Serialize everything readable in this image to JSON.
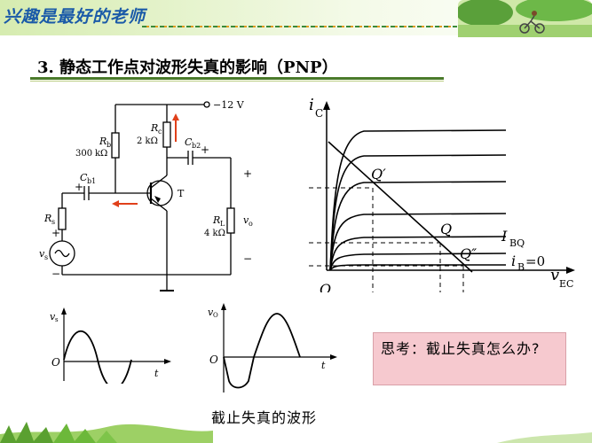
{
  "header": {
    "banner_text": "兴趣是最好的老师"
  },
  "slide": {
    "title": "3. 静态工作点对波形失真的影响（PNP）",
    "caption": "截止失真的波形",
    "think_box": "思考：截止失真怎么办?"
  },
  "circuit": {
    "supply": "−12 V",
    "rb_name": "R",
    "rb_sub": "b",
    "rb_value_1": "300",
    "rb_value_2": "kΩ",
    "rc_name": "R",
    "rc_sub": "c",
    "rc_value": "2 kΩ",
    "cb1_name": "C",
    "cb1_sub": "b1",
    "cb2_name": "C",
    "cb2_sub": "b2",
    "rs_name": "R",
    "rs_sub": "s",
    "vs_name": "v",
    "vs_sub": "s",
    "rl_name": "R",
    "rl_sub": "L",
    "rl_value": "4 kΩ",
    "vo_name": "v",
    "vo_sub": "o",
    "transistor": "T",
    "plus_sign": "+",
    "minus_sign": "−"
  },
  "output_characteristics": {
    "y_axis_var": "i",
    "y_axis_sub": "C",
    "x_axis_var": "v",
    "x_axis_sub": "EC",
    "origin": "O",
    "q_prime": "Q′",
    "q": "Q",
    "q_double_prime": "Q″",
    "ibq_var": "I",
    "ibq_sub": "BQ",
    "ib0_var": "i",
    "ib0_sub": "B",
    "ib0_tail": "=0"
  },
  "waveforms": {
    "input_label_var": "v",
    "input_label_sub": "s",
    "output_label_var": "v",
    "output_label_sub": "O",
    "origin": "O",
    "time_label": "t"
  },
  "colors": {
    "banner_text": "#1a5aa8",
    "arrow_red": "#e0401a",
    "think_box_bg": "#f6c9cf",
    "rule_green": "#4a7a2a"
  }
}
